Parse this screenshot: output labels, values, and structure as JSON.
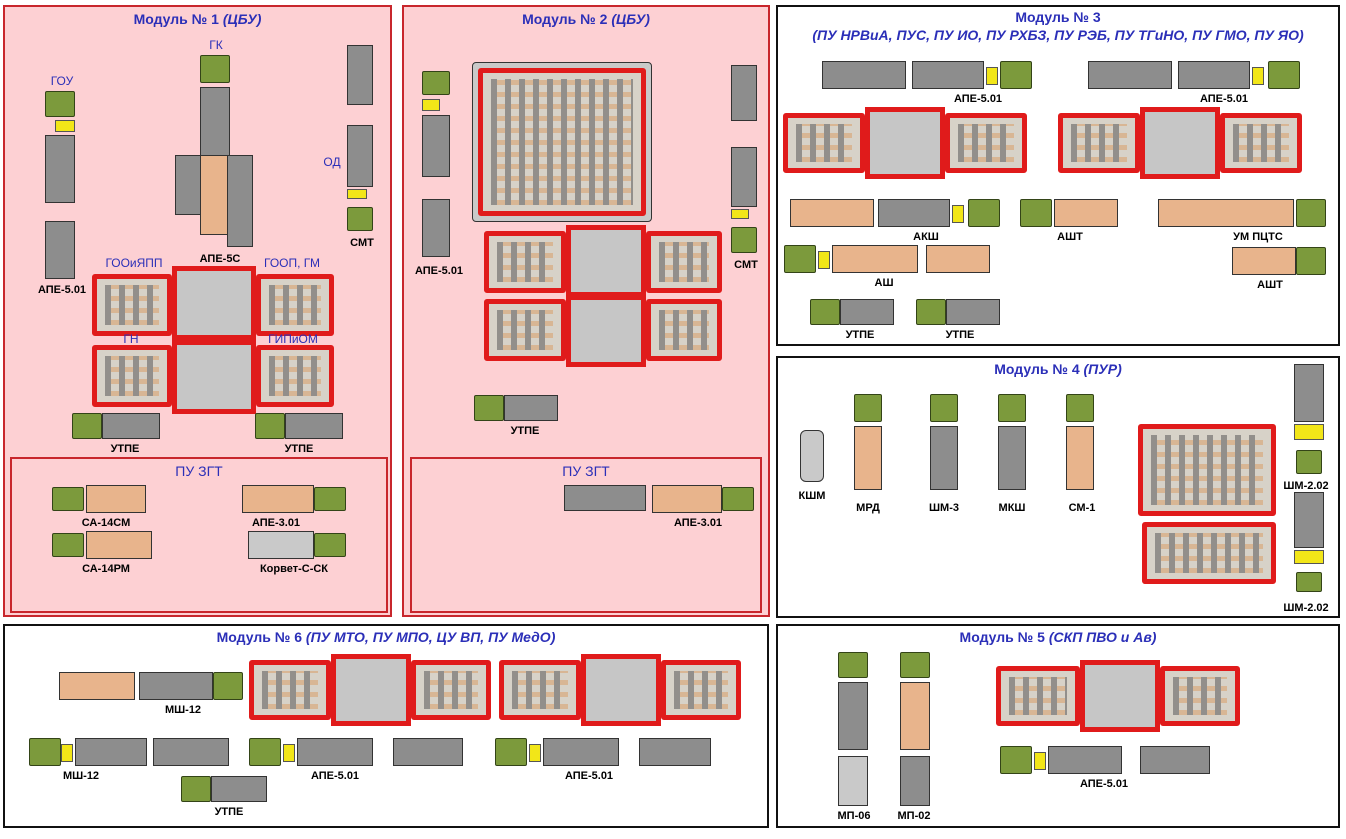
{
  "modules": {
    "m1": {
      "title": "Модуль № 1",
      "subtitle": "(ЦБУ)",
      "sub_title": "ПУ ЗГТ",
      "labels": {
        "gk": "ГК",
        "gou": "ГОУ",
        "od": "ОД",
        "smt": "СМТ",
        "ape5c": "АПЕ-5С",
        "ape501": "АПЕ-5.01",
        "goo_iapp": "ГООиЯПП",
        "goop_gm": "ГООП, ГМ",
        "gn": "ГН",
        "gipiom": "ГИПиОМ",
        "utpe1": "УТПЕ",
        "utpe2": "УТПЕ",
        "sa14sm": "СА-14СМ",
        "ape301": "АПЕ-3.01",
        "sa14rm": "СА-14РМ",
        "korvet": "Корвет-С-СК"
      }
    },
    "m2": {
      "title": "Модуль № 2",
      "subtitle": "(ЦБУ)",
      "sub_title": "ПУ ЗГТ",
      "labels": {
        "ape501": "АПЕ-5.01",
        "smt": "СМТ",
        "utpe": "УТПЕ",
        "ape301": "АПЕ-3.01"
      }
    },
    "m3": {
      "title": "Модуль № 3",
      "subtitle": "(ПУ НРВиА, ПУС, ПУ ИО, ПУ РХБЗ, ПУ РЭБ, ПУ ТГиНО, ПУ ГМО, ПУ ЯО)",
      "labels": {
        "ape501a": "АПЕ-5.01",
        "ape501b": "АПЕ-5.01",
        "aksh": "АКШ",
        "asht1": "АШТ",
        "umpcts": "УМ ПЦТС",
        "ash": "АШ",
        "asht2": "АШТ",
        "utpe1": "УТПЕ",
        "utpe2": "УТПЕ"
      }
    },
    "m4": {
      "title": "Модуль № 4",
      "subtitle": "(ПУР)",
      "labels": {
        "kshm": "КШМ",
        "mrd": "МРД",
        "shm3": "ШМ-3",
        "mksh": "МКШ",
        "sm1": "СМ-1",
        "shm202a": "ШМ-2.02",
        "shm202b": "ШМ-2.02"
      }
    },
    "m5": {
      "title": "Модуль № 5",
      "subtitle": "(СКП ПВО и Ав)",
      "labels": {
        "ape501": "АПЕ-5.01",
        "mp06": "МП-06",
        "mp02": "МП-02"
      }
    },
    "m6": {
      "title": "Модуль № 6",
      "subtitle": "(ПУ МТО, ПУ МПО, ЦУ ВП, ПУ МедО)",
      "labels": {
        "msh12a": "МШ-12",
        "msh12b": "МШ-12",
        "ape501a": "АПЕ-5.01",
        "ape501b": "АПЕ-5.01",
        "utpe": "УТПЕ"
      }
    }
  }
}
